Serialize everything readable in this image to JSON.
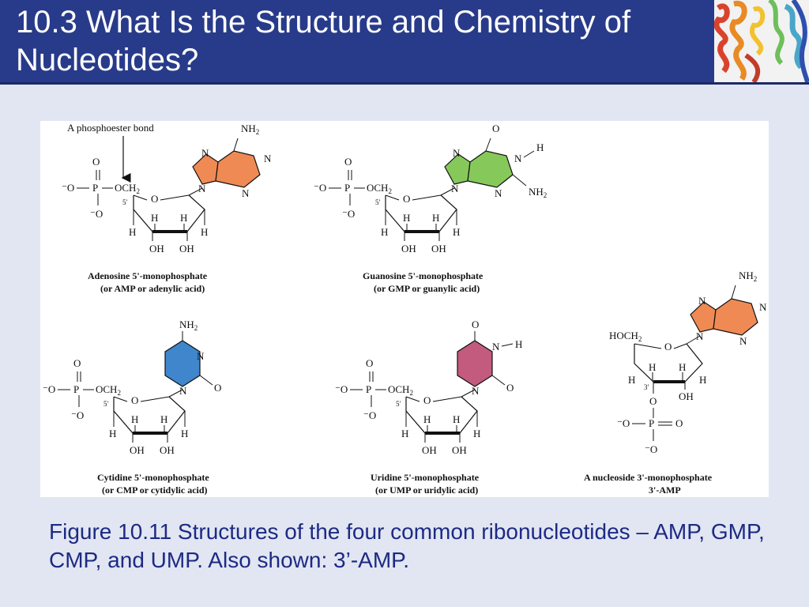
{
  "slide": {
    "title": "10.3 What Is the Structure and Chemistry of Nucleotides?",
    "caption": "Figure 10.11  Structures of the four common ribonucleotides – AMP, GMP, CMP, and UMP. Also shown: 3’-AMP."
  },
  "colors": {
    "title_bar": "#283b8a",
    "background": "#e1e6f2",
    "caption_text": "#1d2a84",
    "adenine": "#ef8a55",
    "guanine": "#86c95a",
    "cytosine": "#3f86cc",
    "uracil": "#c25b7e"
  },
  "figure": {
    "annotation": "A phosphoester bond",
    "molecules": [
      {
        "id": "amp",
        "name": "Adenosine 5'-monophosphate",
        "alias": "(or AMP or adenylic acid)"
      },
      {
        "id": "gmp",
        "name": "Guanosine 5'-monophosphate",
        "alias": "(or GMP or guanylic acid)"
      },
      {
        "id": "cmp",
        "name": "Cytidine 5'-monophosphate",
        "alias": "(or CMP or cytidylic acid)"
      },
      {
        "id": "ump",
        "name": "Uridine 5'-monophosphate",
        "alias": "(or UMP or uridylic acid)"
      },
      {
        "id": "amp3",
        "name": "A nucleoside 3'-monophosphate",
        "alias": "3'-AMP"
      }
    ]
  }
}
